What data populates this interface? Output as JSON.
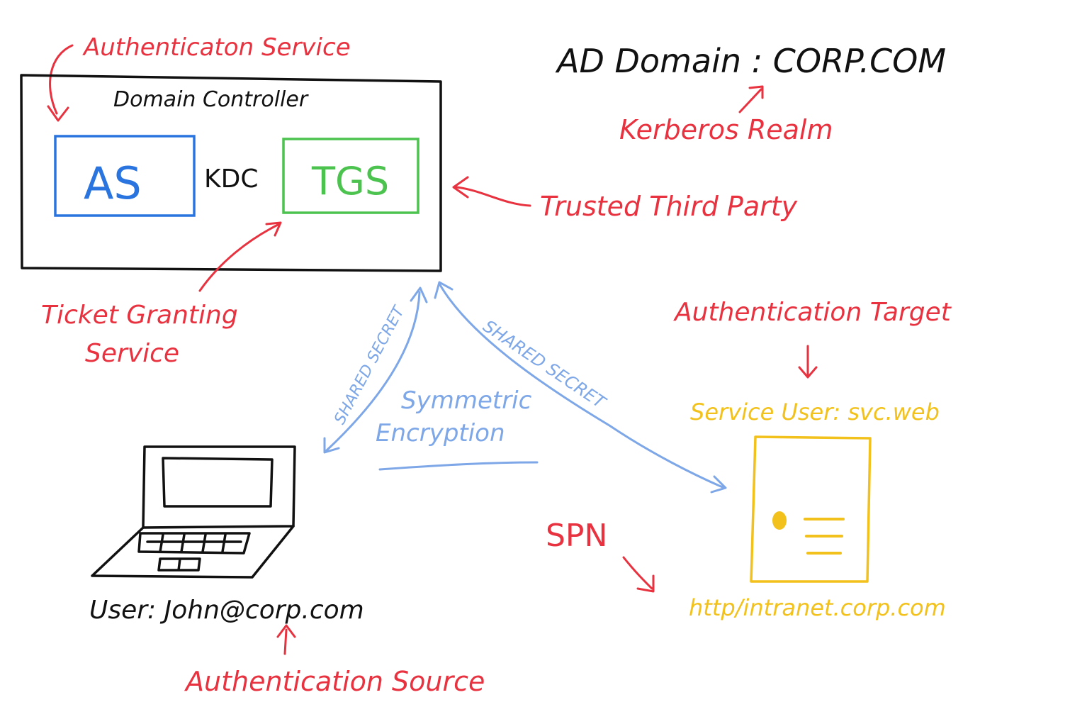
{
  "labels": {
    "auth_service": "Authenticaton Service",
    "domain_controller": "Domain Controller",
    "as": "AS",
    "kdc": "KDC",
    "tgs": "TGS",
    "ad_domain": "AD Domain  :  CORP.COM",
    "kerberos_realm": "Kerberos Realm",
    "trusted_third_party": "Trusted Third Party",
    "ticket_granting_line1": "Ticket Granting",
    "ticket_granting_line2": "Service",
    "auth_target": "Authentication Target",
    "service_user": "Service User: svc.web",
    "shared_secret_left": "SHARED SECRET",
    "shared_secret_right": "SHARED SECRET",
    "symmetric_line1": "Symmetric",
    "symmetric_line2": "Encryption",
    "spn": "SPN",
    "user": "User: John@corp.com",
    "service_url": "http/intranet.corp.com",
    "auth_source": "Authentication Source"
  },
  "colors": {
    "annotation": "#e8323f",
    "as_box": "#2a74e0",
    "tgs_box": "#4cc34e",
    "service": "#f2c11b",
    "shared_secret": "#7ea7e8",
    "ink": "#111111"
  },
  "icons": {
    "client": "laptop-icon",
    "server": "web-page-icon"
  }
}
